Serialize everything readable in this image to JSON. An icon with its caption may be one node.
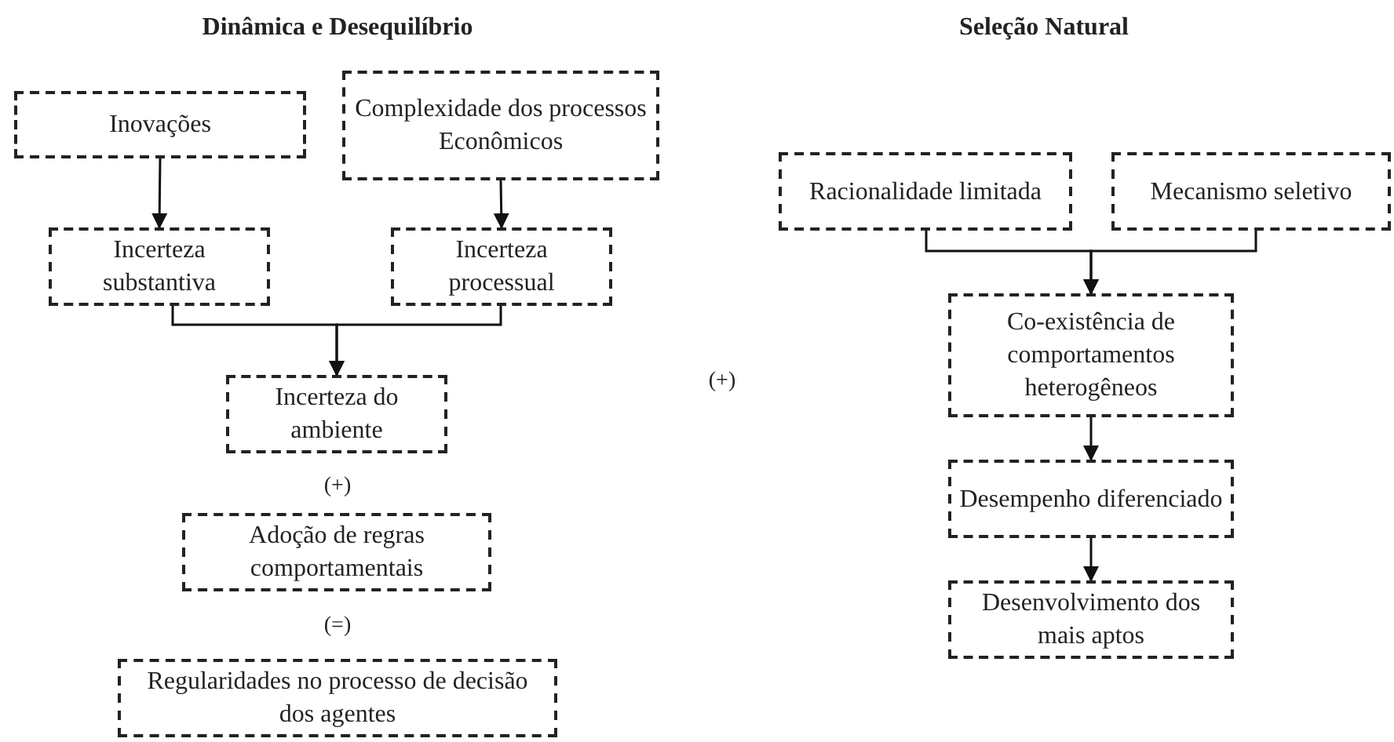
{
  "diagram": {
    "nodes": [
      {
        "text": [
          "Inovações"
        ]
      },
      {
        "text": [
          "Complexidade dos processos Econômicos"
        ]
      },
      {
        "text": [
          "Incerteza substantiva"
        ]
      },
      {
        "text": [
          "Incerteza processual"
        ]
      },
      {
        "text": [
          "Incerteza do ambiente"
        ]
      },
      {
        "text": [
          "Adoção de regras comportamentais"
        ]
      },
      {
        "text": [
          "Regularidades no processo de decisão dos agentes"
        ]
      },
      {
        "text": [
          "Racionalidade limitada"
        ]
      },
      {
        "text": [
          "Mecanismo seletivo"
        ]
      },
      {
        "text": [
          "Co-existência de comportamentos heterogêneos"
        ]
      },
      {
        "text": [
          "Desempenho diferenciado"
        ]
      },
      {
        "text": [
          "Desenvolvimento dos mais aptos"
        ]
      }
    ],
    "edges": [
      {
        "from": 0,
        "to": 2,
        "arrow": "to"
      },
      {
        "from": 1,
        "to": 3,
        "arrow": "to"
      },
      {
        "from": 2,
        "to": 4,
        "arrow": "to"
      },
      {
        "from": 3,
        "to": 4,
        "arrow": "to"
      },
      {
        "from": 7,
        "to": 9,
        "arrow": "to"
      },
      {
        "from": 8,
        "to": 9,
        "arrow": "to"
      },
      {
        "from": 9,
        "to": 10,
        "arrow": "to"
      },
      {
        "from": 10,
        "to": 11,
        "arrow": "to"
      }
    ],
    "labels": [
      "Dinâmica e Desequilíbrio",
      "Seleção Natural",
      "(+)",
      "(=)",
      "(+)"
    ]
  }
}
